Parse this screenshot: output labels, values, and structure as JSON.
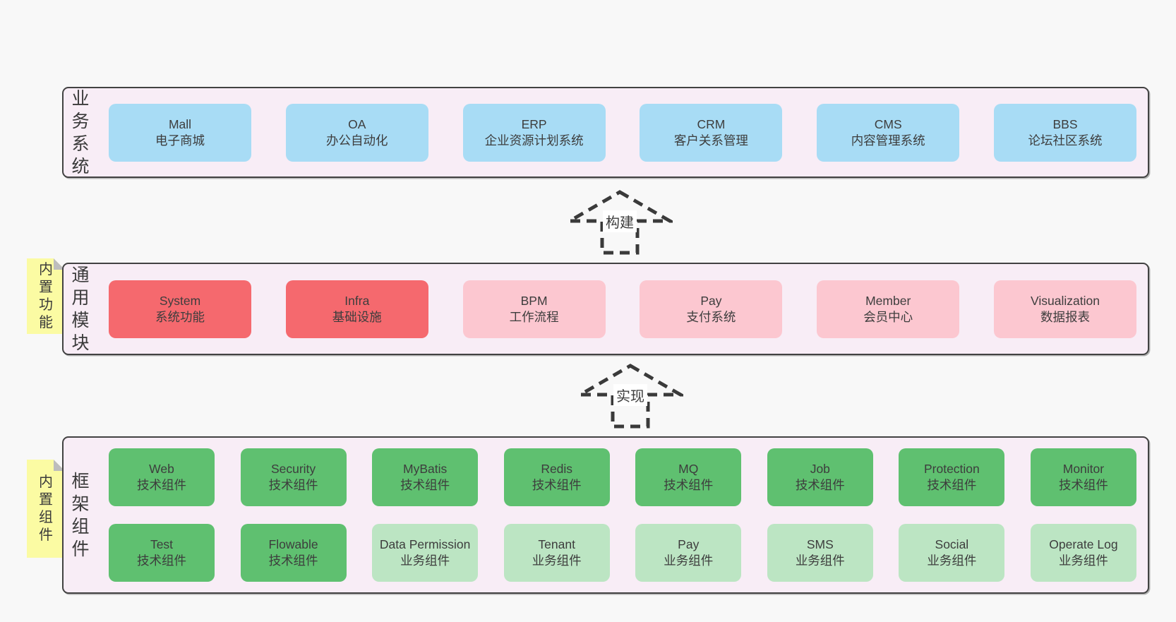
{
  "arrows": {
    "build": {
      "label": "构建"
    },
    "implement": {
      "label": "实现"
    }
  },
  "stickies": {
    "functions": {
      "label": "内置功能"
    },
    "components": {
      "label": "内置组件"
    }
  },
  "bands": {
    "business": {
      "label": "业务系统",
      "items": [
        {
          "name": "Mall",
          "desc": "电子商城"
        },
        {
          "name": "OA",
          "desc": "办公自动化"
        },
        {
          "name": "ERP",
          "desc": "企业资源计划系统"
        },
        {
          "name": "CRM",
          "desc": "客户关系管理"
        },
        {
          "name": "CMS",
          "desc": "内容管理系统"
        },
        {
          "name": "BBS",
          "desc": "论坛社区系统"
        }
      ]
    },
    "modules": {
      "label": "通用模块",
      "items": [
        {
          "name": "System",
          "desc": "系统功能",
          "variant": "red"
        },
        {
          "name": "Infra",
          "desc": "基础设施",
          "variant": "red"
        },
        {
          "name": "BPM",
          "desc": "工作流程",
          "variant": "pink"
        },
        {
          "name": "Pay",
          "desc": "支付系统",
          "variant": "pink"
        },
        {
          "name": "Member",
          "desc": "会员中心",
          "variant": "pink"
        },
        {
          "name": "Visualization",
          "desc": "数据报表",
          "variant": "pink"
        }
      ]
    },
    "framework": {
      "label": "框架组件",
      "row1": [
        {
          "name": "Web",
          "desc": "技术组件",
          "variant": "green"
        },
        {
          "name": "Security",
          "desc": "技术组件",
          "variant": "green"
        },
        {
          "name": "MyBatis",
          "desc": "技术组件",
          "variant": "green"
        },
        {
          "name": "Redis",
          "desc": "技术组件",
          "variant": "green"
        },
        {
          "name": "MQ",
          "desc": "技术组件",
          "variant": "green"
        },
        {
          "name": "Job",
          "desc": "技术组件",
          "variant": "green"
        },
        {
          "name": "Protection",
          "desc": "技术组件",
          "variant": "green"
        },
        {
          "name": "Monitor",
          "desc": "技术组件",
          "variant": "green"
        }
      ],
      "row2": [
        {
          "name": "Test",
          "desc": "技术组件",
          "variant": "green"
        },
        {
          "name": "Flowable",
          "desc": "技术组件",
          "variant": "green"
        },
        {
          "name": "Data Permission",
          "desc": "业务组件",
          "variant": "lightgreen"
        },
        {
          "name": "Tenant",
          "desc": "业务组件",
          "variant": "lightgreen"
        },
        {
          "name": "Pay",
          "desc": "业务组件",
          "variant": "lightgreen"
        },
        {
          "name": "SMS",
          "desc": "业务组件",
          "variant": "lightgreen"
        },
        {
          "name": "Social",
          "desc": "业务组件",
          "variant": "lightgreen"
        },
        {
          "name": "Operate Log",
          "desc": "业务组件",
          "variant": "lightgreen"
        }
      ]
    }
  },
  "colors": {
    "page_bg": "#f8f8f8",
    "band_bg": "#f8edf6",
    "band_border": "#424242",
    "blue": "#a8dcf5",
    "red": "#f5696e",
    "pink": "#fcc7d0",
    "green": "#5fc070",
    "light_green": "#bce5c3",
    "sticky_yellow": "#fbfba3",
    "sticky_fold": "#bdbdbd",
    "text": "#3d3d3d"
  }
}
